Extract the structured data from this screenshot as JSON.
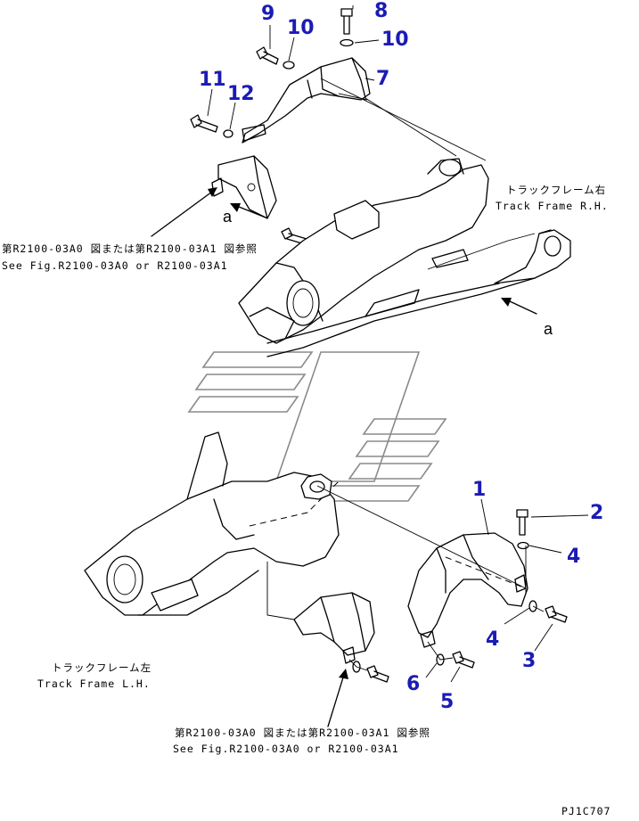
{
  "callouts": {
    "c1": "1",
    "c2": "2",
    "c3": "3",
    "c4a": "4",
    "c4b": "4",
    "c5": "5",
    "c6": "6",
    "c7": "7",
    "c8": "8",
    "c9": "9",
    "c10a": "10",
    "c10b": "10",
    "c11": "11",
    "c12": "12"
  },
  "labels": {
    "rh_jp": "トラックフレーム右",
    "rh_en": "Track Frame R.H.",
    "lh_jp": "トラックフレーム左",
    "lh_en": "Track Frame L.H.",
    "ref_top_jp": "第R2100-03A0 図または第R2100-03A1 図参照",
    "ref_top_en": "See Fig.R2100-03A0 or R2100-03A1",
    "ref_bottom_jp": "第R2100-03A0 図または第R2100-03A1 図参照",
    "ref_bottom_en": "See Fig.R2100-03A0 or R2100-03A1",
    "view_a_left": "a",
    "view_a_right": "a",
    "drawing_code": "PJ1C707"
  },
  "colors": {
    "callout": "#1b1bb5",
    "line": "#000000",
    "watermark": "#8a8a8a"
  }
}
